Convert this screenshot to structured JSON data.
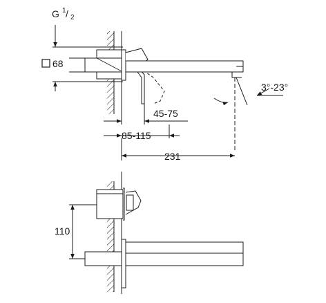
{
  "drawing": {
    "thread_label": "G",
    "thread_fraction_num": "1",
    "thread_fraction_den": "2",
    "square_size_label": "68",
    "wall_depth_label": "45-75",
    "installation_depth_label": "85-115",
    "spout_length_label": "231",
    "swivel_angle_label": "3°-23°",
    "height_label": "110"
  },
  "colors": {
    "line": "#1a1a1a",
    "wall_hatch": "#1a1a1a",
    "background": "#ffffff"
  }
}
